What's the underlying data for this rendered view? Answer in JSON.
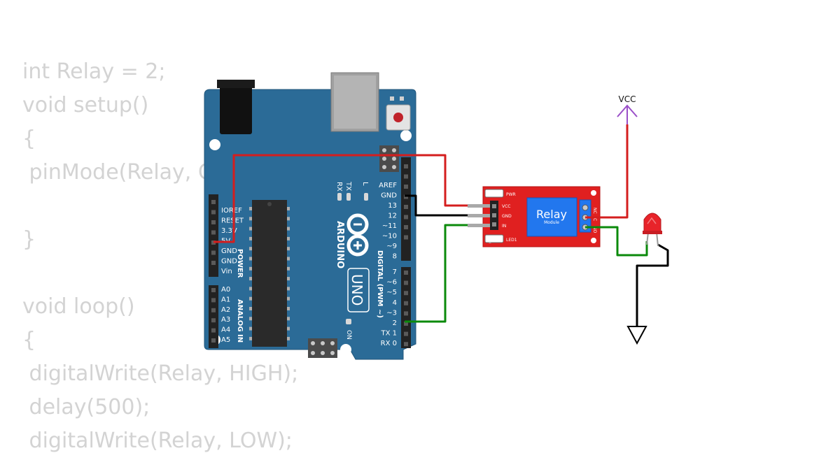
{
  "code_lines": [
    "int Relay = 2;",
    "void setup()",
    "{",
    " pinMode(Relay, OUTPUT);",
    "",
    "}",
    "",
    "void loop()",
    "{",
    " digitalWrite(Relay, HIGH);",
    " delay(500);",
    " digitalWrite(Relay, LOW);"
  ],
  "arduino": {
    "brand": "ARDUINO",
    "model": "UNO",
    "on_label": "ON",
    "power_header_title": "POWER",
    "analog_header_title": "ANALOG IN",
    "digital_header_title": "DIGITAL (PWM ~)",
    "led_labels": [
      "TX",
      "RX",
      "L"
    ],
    "power_pins": [
      "IOREF",
      "RESET",
      "3.3V",
      "5V",
      "GND",
      "GND",
      "Vin"
    ],
    "analog_pins": [
      "A0",
      "A1",
      "A2",
      "A3",
      "A4",
      "A5"
    ],
    "digital_pins_upper": [
      "AREF",
      "GND",
      "13",
      "12",
      "~11",
      "~10",
      "~9",
      "8"
    ],
    "digital_pins_lower": [
      "7",
      "~6",
      "~5",
      "4",
      "~3",
      "2",
      "TX 1",
      "RX 0"
    ]
  },
  "relay_module": {
    "title": "Relay",
    "subtitle": "Module",
    "pwr_label": "PWR",
    "led_label": "LED1",
    "pins": [
      "VCC",
      "GND",
      "IN"
    ],
    "terminals": [
      "NO",
      "C",
      "NC"
    ]
  },
  "vcc_label": "VCC",
  "colors": {
    "board": "#2b6b97",
    "relay": "#e02020",
    "wire_red": "#d41e1e",
    "wire_green": "#0b8a0b",
    "wire_black": "#000000",
    "vcc": "#9a4fc8",
    "code_text": "#d3d3d3"
  }
}
